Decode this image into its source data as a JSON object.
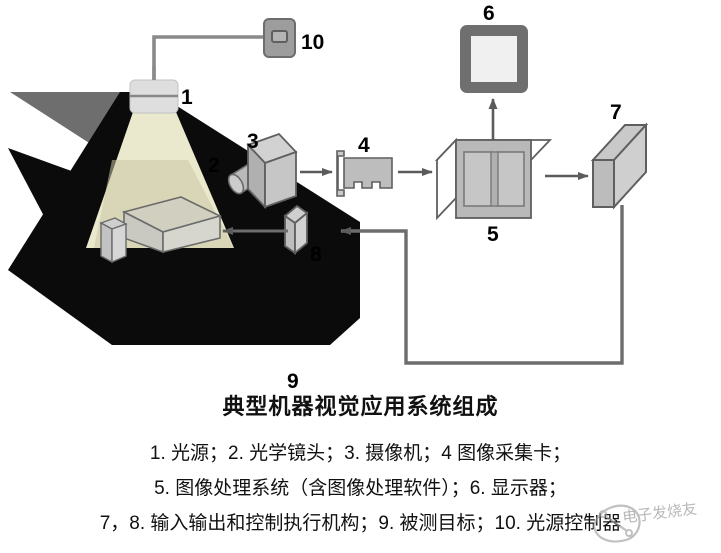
{
  "figure": {
    "title": "典型机器视觉应用系统组成",
    "legend_lines": [
      "1. 光源；2. 光学镜头；3. 摄像机；4 图像采集卡；",
      "5. 图像处理系统（含图像处理软件）；6. 显示器；",
      "7，8. 输入输出和控制执行机构；9. 被测目标；10. 光源控制器"
    ]
  },
  "components": {
    "light_source": {
      "number": "1",
      "name": "光源"
    },
    "lens": {
      "number": "2",
      "name": "光学镜头"
    },
    "camera": {
      "number": "3",
      "name": "摄像机"
    },
    "frame_grabber": {
      "number": "4",
      "name": "图像采集卡"
    },
    "image_processing_system": {
      "number": "5",
      "name": "图像处理系统"
    },
    "display": {
      "number": "6",
      "name": "显示器"
    },
    "actuator_right": {
      "number": "7",
      "name": "输入输出和控制执行机构"
    },
    "actuator_left": {
      "number": "8",
      "name": "输入输出和控制执行机构"
    },
    "target": {
      "number": "9",
      "name": "被测目标"
    },
    "light_controller": {
      "number": "10",
      "name": "光源控制器"
    }
  },
  "colors": {
    "light_gray": "#d8d8d6",
    "mid_gray": "#a9a9a9",
    "dark_gray": "#5b5b5b",
    "conveyor_gray": "#6e6e6e",
    "conveyor_black": "#0b0b0b",
    "beam_yellow": "#f5f2d2",
    "stroke": "#555555",
    "panel_gray": "#b4b4b4",
    "white": "#ffffff"
  },
  "watermark": {
    "text": "电子发烧友"
  }
}
